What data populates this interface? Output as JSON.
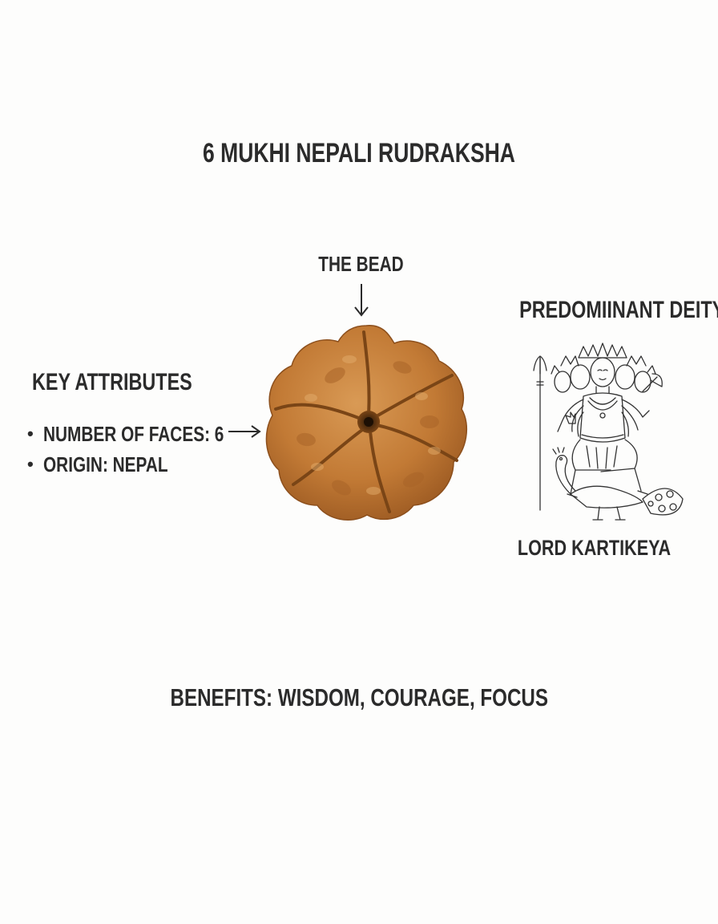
{
  "title": "6 MUKHI NEPALI RUDRAKSHA",
  "bead_section": {
    "label": "THE BEAD",
    "arrow_icon": "arrow-down-icon",
    "bead_color": "#c27a35"
  },
  "key_attributes": {
    "heading": "KEY ATTRIBUTES",
    "items": [
      {
        "bullet": "•",
        "text": "NUMBER OF FACES: 6"
      },
      {
        "bullet": "•",
        "text": "ORIGIN: NEPAL"
      }
    ],
    "arrow_icon": "arrow-right-icon"
  },
  "deity": {
    "heading": "PREDOMIINANT DEITY",
    "name": "LORD KARTIKEYA",
    "figure_icon": "deity-illustration"
  },
  "benefits": "BENEFITS: WISDOM, COURAGE, FOCUS",
  "colors": {
    "background": "#fdfdfc",
    "text": "#2b2b2b"
  }
}
